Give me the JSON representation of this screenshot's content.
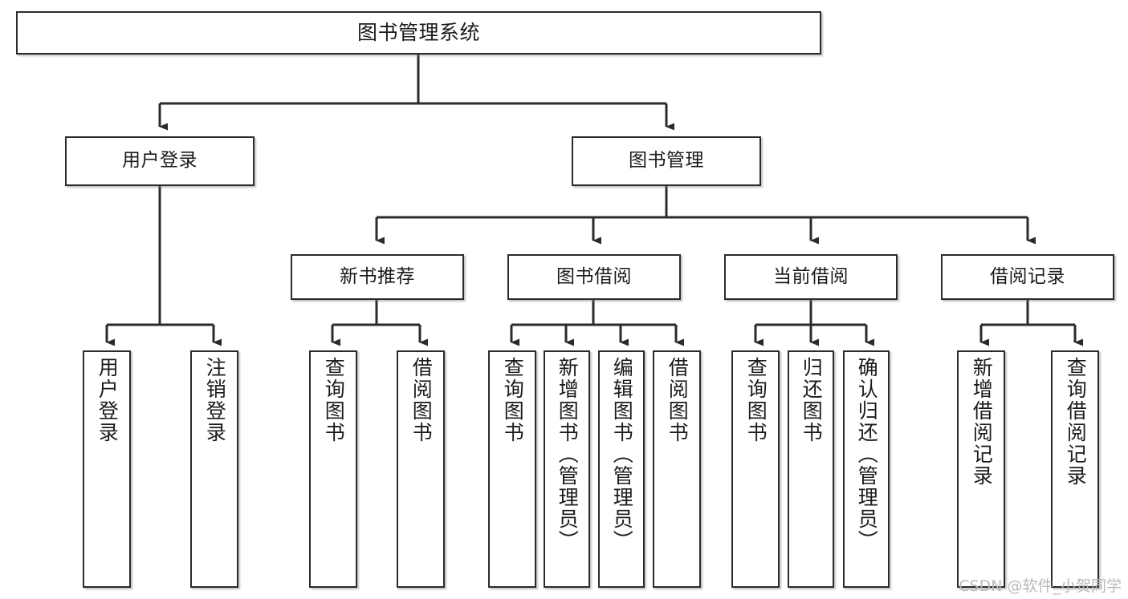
{
  "diagram": {
    "title": "图书管理系统",
    "type": "tree-hierarchy-diagram",
    "watermark": "CSDN @软件_小贺同学",
    "colors": {
      "background": "#ffffff",
      "box_border": "#2b2b2b",
      "box_fill": "#ffffff",
      "text": "#1b1b1b",
      "connector": "#2b2b2b",
      "watermark": "#b9b9b9"
    },
    "levels": {
      "level1": [
        {
          "id": "root",
          "label": "图书管理系统"
        }
      ],
      "level2": [
        {
          "id": "user-login",
          "label": "用户登录"
        },
        {
          "id": "book-manage",
          "label": "图书管理"
        }
      ],
      "level3": [
        {
          "id": "new-book-rec",
          "label": "新书推荐"
        },
        {
          "id": "book-borrow",
          "label": "图书借阅"
        },
        {
          "id": "current-borrow",
          "label": "当前借阅"
        },
        {
          "id": "borrow-record",
          "label": "借阅记录"
        }
      ],
      "level4": [
        {
          "id": "leaf-user-login",
          "label": "用户登录",
          "parent": "user-login"
        },
        {
          "id": "leaf-logout",
          "label": "注销登录",
          "parent": "user-login"
        },
        {
          "id": "leaf-query-book-1",
          "label": "查询图书",
          "parent": "new-book-rec"
        },
        {
          "id": "leaf-borrow-book-1",
          "label": "借阅图书",
          "parent": "new-book-rec"
        },
        {
          "id": "leaf-query-book-2",
          "label": "查询图书",
          "parent": "book-borrow"
        },
        {
          "id": "leaf-add-book",
          "label": "新增图书（管理员）",
          "parent": "book-borrow"
        },
        {
          "id": "leaf-edit-book",
          "label": "编辑图书（管理员）",
          "parent": "book-borrow"
        },
        {
          "id": "leaf-borrow-book-2",
          "label": "借阅图书",
          "parent": "book-borrow"
        },
        {
          "id": "leaf-query-book-3",
          "label": "查询图书",
          "parent": "current-borrow"
        },
        {
          "id": "leaf-return-book",
          "label": "归还图书",
          "parent": "current-borrow"
        },
        {
          "id": "leaf-confirm-return",
          "label": "确认归还（管理员）",
          "parent": "current-borrow"
        },
        {
          "id": "leaf-add-record",
          "label": "新增借阅记录",
          "parent": "borrow-record"
        },
        {
          "id": "leaf-query-record",
          "label": "查询借阅记录",
          "parent": "borrow-record"
        }
      ]
    }
  }
}
